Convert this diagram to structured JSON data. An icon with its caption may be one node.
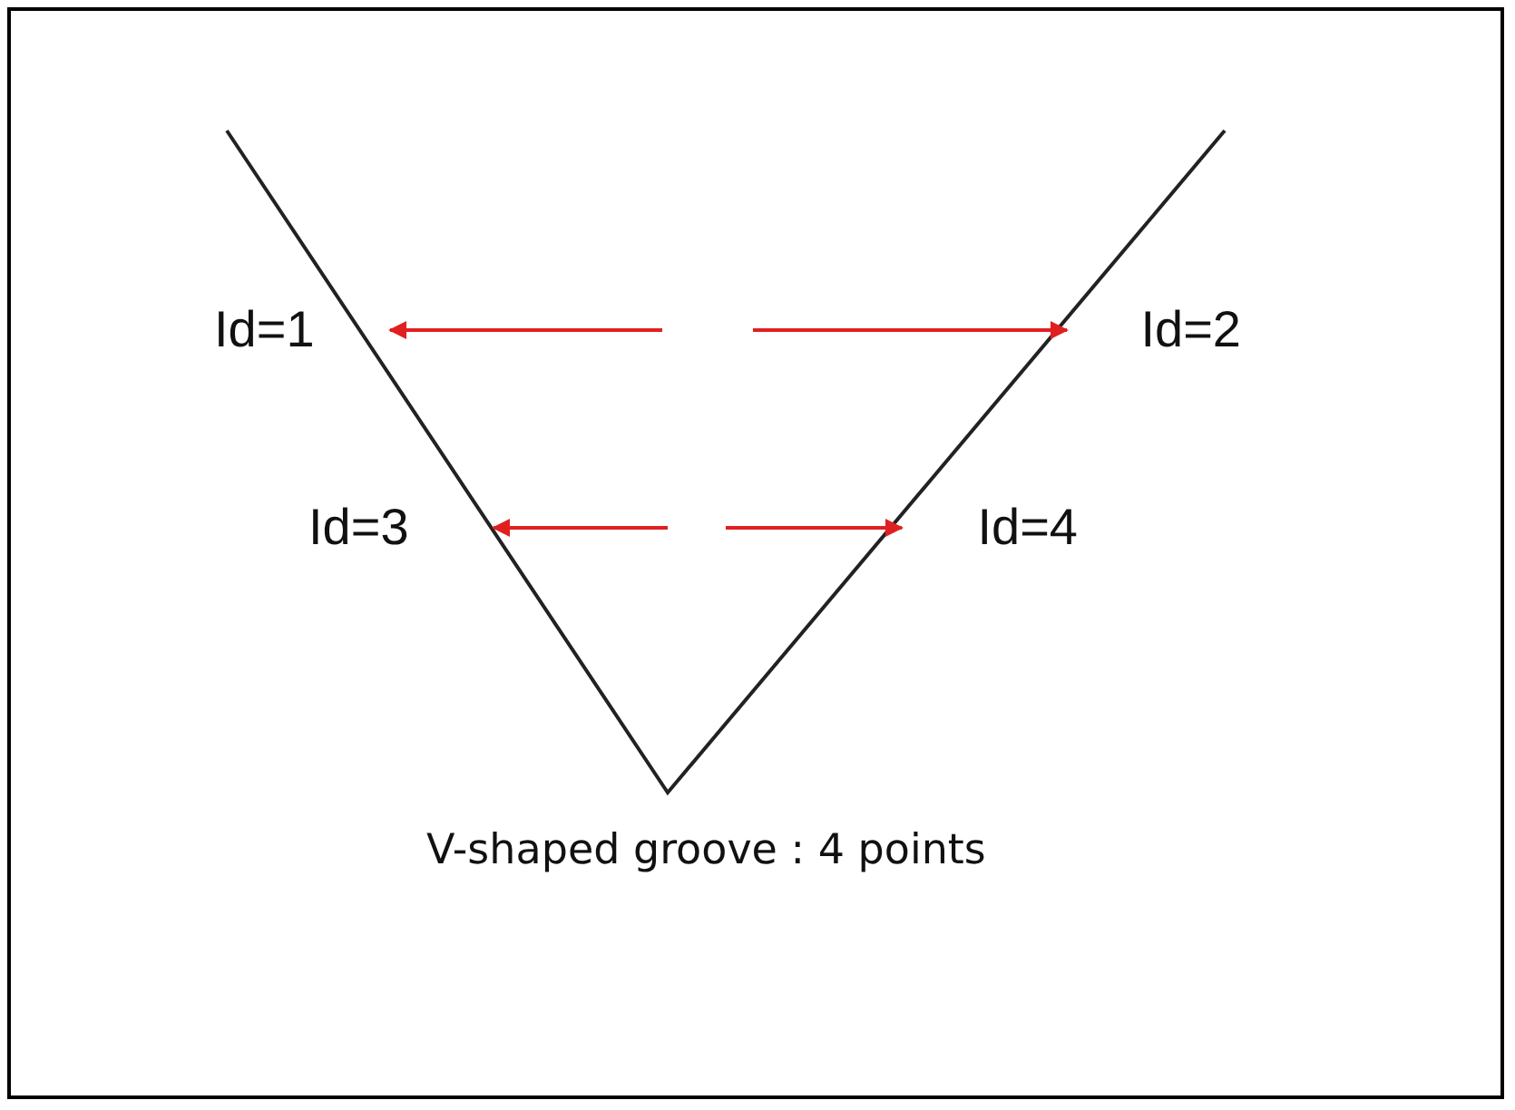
{
  "diagram": {
    "caption": "V-shaped groove : 4 points",
    "nodes": [
      {
        "text": [
          "Id=1"
        ]
      },
      {
        "text": [
          "Id=2"
        ]
      },
      {
        "text": [
          "Id=3"
        ]
      },
      {
        "text": [
          "Id=4"
        ]
      }
    ],
    "edges": [
      {
        "from": null,
        "to": 0,
        "arrow": "to",
        "color": "#e02020"
      },
      {
        "from": null,
        "to": 1,
        "arrow": "to",
        "color": "#e02020"
      },
      {
        "from": null,
        "to": 2,
        "arrow": "to",
        "color": "#e02020"
      },
      {
        "from": null,
        "to": 3,
        "arrow": "to",
        "color": "#e02020"
      }
    ]
  }
}
